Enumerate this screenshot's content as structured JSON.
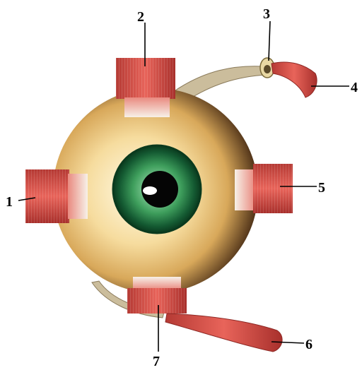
{
  "figure": {
    "colors": {
      "background": "#ffffff",
      "sclera_center": "#fff6d8",
      "sclera_mid": "#e8c277",
      "sclera_edge": "#5a3a1c",
      "iris_outer": "#0f4a2a",
      "iris_inner": "#7fcf9a",
      "pupil": "#000000",
      "muscle": "#d9534a",
      "muscle_dark": "#9e2f2a",
      "tendon": "#f3ede4",
      "nerve": "#c9b89a"
    },
    "labels": [
      {
        "id": "1",
        "text": "1"
      },
      {
        "id": "2",
        "text": "2"
      },
      {
        "id": "3",
        "text": "3"
      },
      {
        "id": "4",
        "text": "4"
      },
      {
        "id": "5",
        "text": "5"
      },
      {
        "id": "6",
        "text": "6"
      },
      {
        "id": "7",
        "text": "7"
      }
    ]
  }
}
